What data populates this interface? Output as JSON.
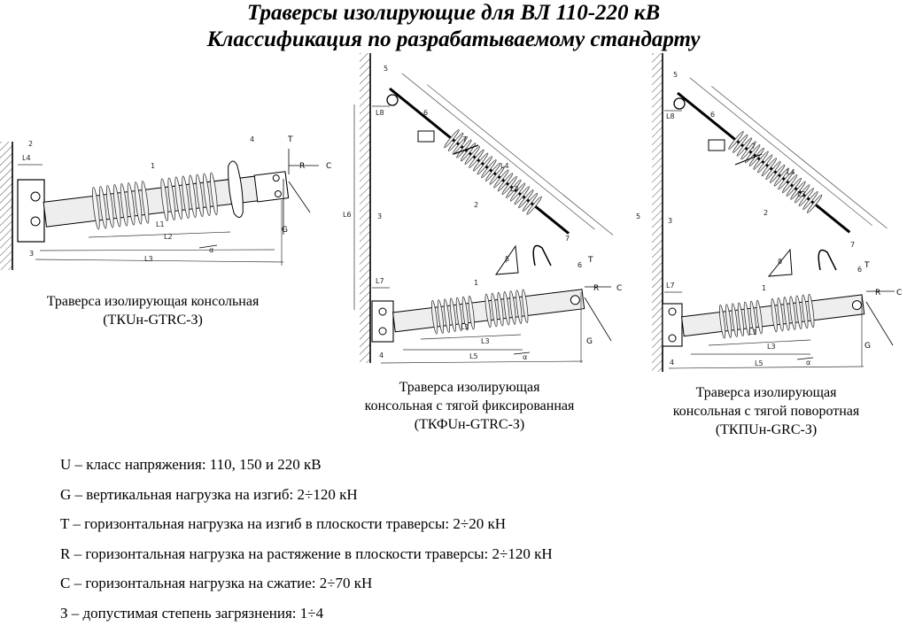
{
  "title": {
    "line1": "Траверсы изолирующие для ВЛ 110-220 кВ",
    "line2": "Классификация по разрабатываемому стандарту"
  },
  "drawings": [
    {
      "caption_line1": "Траверса изолирующая консольная",
      "caption_line2": "(ТКUн-GTRC-З)",
      "labels": {
        "n1": "1",
        "n2": "2",
        "n3": "3",
        "n4": "4",
        "L1": "L1",
        "L2": "L2",
        "L3": "L3",
        "L4": "L4",
        "T": "T",
        "R": "R",
        "C": "C",
        "G": "G",
        "alpha": "α"
      }
    },
    {
      "caption_line1": "Траверса изолирующая",
      "caption_line2": "консольная с тягой фиксированная",
      "caption_line3": "(ТКФUн-GTRC-З)",
      "labels": {
        "n1": "1",
        "n2": "2",
        "n3": "3",
        "n4": "4",
        "n5": "5",
        "n6": "6",
        "n7": "7",
        "L1": "L1",
        "L3": "L3",
        "L4": "L4",
        "L5": "L5",
        "L6": "L6",
        "L7": "L7",
        "L8": "L8",
        "T": "T",
        "R": "R",
        "C": "C",
        "G": "G",
        "alpha": "α",
        "beta": "β"
      }
    },
    {
      "caption_line1": "Траверса изолирующая",
      "caption_line2": "консольная с тягой поворотная",
      "caption_line3": "(ТКПUн-GRC-З)",
      "labels": {
        "n1": "1",
        "n2": "2",
        "n3": "3",
        "n4": "4",
        "n5": "5",
        "n6": "6",
        "n7": "7",
        "L1": "L1",
        "L3": "L3",
        "L4": "L4",
        "L5": "L5",
        "L7": "L7",
        "L8": "L8",
        "T": "T",
        "R": "R",
        "C": "C",
        "G": "G",
        "alpha": "α",
        "beta": "β"
      }
    }
  ],
  "legend": [
    "U – класс напряжения: 110, 150 и 220 кВ",
    "G – вертикальная нагрузка на изгиб: 2÷120 кН",
    "T – горизонтальная нагрузка на изгиб в плоскости траверсы: 2÷20 кН",
    "R – горизонтальная нагрузка на растяжение в плоскости траверсы: 2÷120 кН",
    "C – горизонтальная нагрузка на сжатие: 2÷70 кН",
    "З – допустимая степень загрязнения: 1÷4"
  ]
}
